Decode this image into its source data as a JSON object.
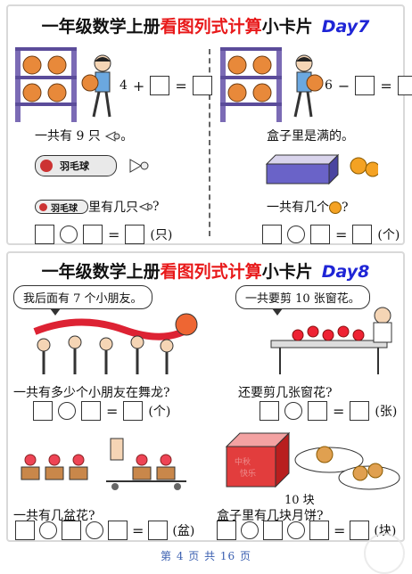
{
  "card1": {
    "title": {
      "prefix": "一年级数学上册",
      "highlight": "看图列式计算",
      "suffix": "小卡片",
      "day": "Day7"
    },
    "left": {
      "expr_num": "4",
      "expr_op": "+",
      "eq": "=",
      "caption": "一共有 9 只",
      "caption_end": "。",
      "question": "里有几只",
      "question_end": "?",
      "box_label": "羽毛球",
      "unit": "(只)"
    },
    "right": {
      "expr_num": "6",
      "expr_op": "−",
      "eq": "=",
      "caption": "盒子里是满的。",
      "question": "一共有几个",
      "question_end": "?",
      "unit": "(个)"
    }
  },
  "card2": {
    "title": {
      "prefix": "一年级数学上册",
      "highlight": "看图列式计算",
      "suffix": "小卡片",
      "day": "Day8"
    },
    "left": {
      "bubble": "我后面有 7 个小朋友。",
      "question": "一共有多少个小朋友在舞龙?",
      "unit": "(个)"
    },
    "right": {
      "bubble": "一共要剪 10 张窗花。",
      "question": "还要剪几张窗花?",
      "unit": "(张)"
    },
    "bottom_left": {
      "question": "一共有几盆花?",
      "unit": "(盆)"
    },
    "bottom_right": {
      "box_text": "中秋 快乐",
      "count_label": "10 块",
      "question": "盒子里有几块月饼?",
      "unit": "(块)"
    }
  },
  "footer": "第 4 页 共 16 页",
  "colors": {
    "highlight": "#e8191a",
    "day": "#1f25d6",
    "footer": "#3a5fb0"
  }
}
